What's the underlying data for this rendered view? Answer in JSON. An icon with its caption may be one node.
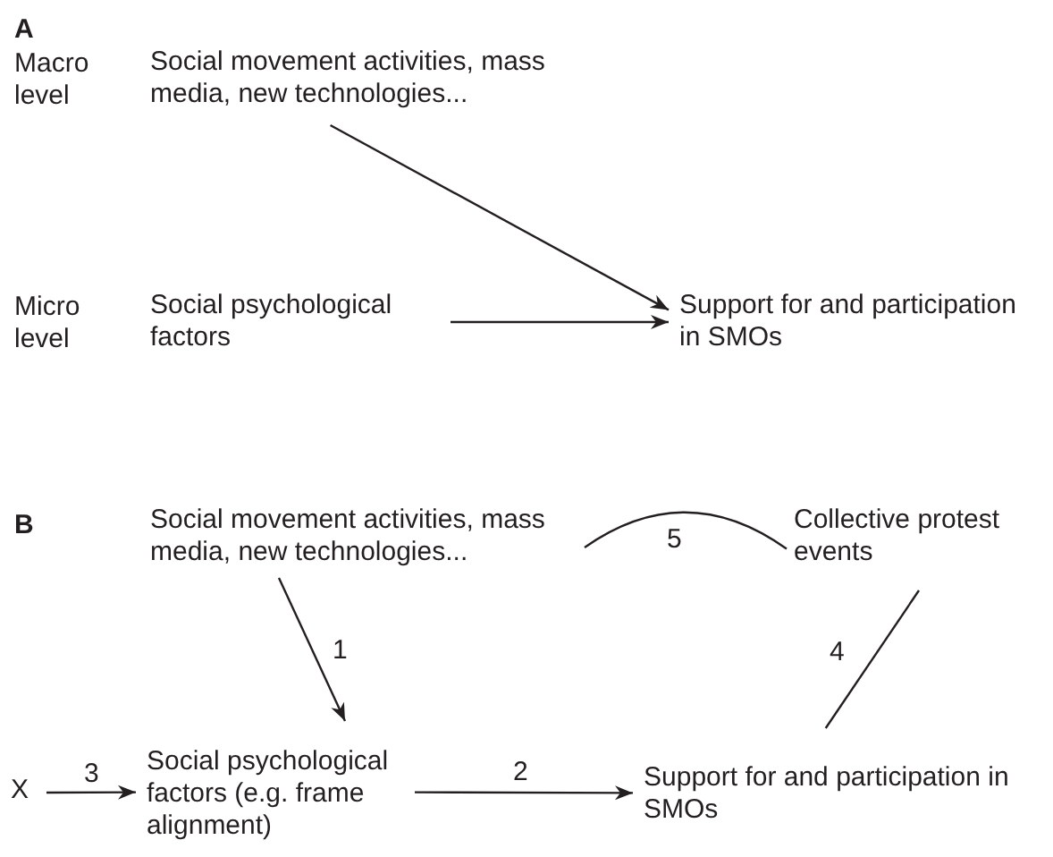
{
  "diagram": {
    "nodes": [
      {
        "text": [
          "Social movement activities, mass media, new technologies..."
        ]
      },
      {
        "text": [
          "Social psychological factors"
        ]
      },
      {
        "text": [
          "Support for and participation in SMOs"
        ]
      },
      {
        "text": [
          "Social movement activities, mass media, new technologies..."
        ]
      },
      {
        "text": [
          "Collective protest events"
        ]
      },
      {
        "text": [
          "X"
        ]
      },
      {
        "text": [
          "Social psychological factors (e.g. frame alignment)"
        ]
      },
      {
        "text": [
          "Support for and participation in SMOs"
        ]
      }
    ],
    "edges": [
      {
        "from": 0,
        "to": 2,
        "arrow": "to"
      },
      {
        "from": 1,
        "to": 2,
        "arrow": "to"
      },
      {
        "from": 3,
        "to": 6,
        "arrow": "to",
        "label": "1"
      },
      {
        "from": 6,
        "to": 7,
        "arrow": "to",
        "label": "2"
      },
      {
        "from": 5,
        "to": 6,
        "arrow": "to",
        "label": "3"
      },
      {
        "from": 7,
        "to": 4,
        "arrow": "none",
        "label": "4"
      },
      {
        "from": 3,
        "to": 4,
        "arrow": "none",
        "label": "5"
      }
    ],
    "labels": [
      "A",
      "Macro level",
      "Micro level",
      "B"
    ]
  }
}
